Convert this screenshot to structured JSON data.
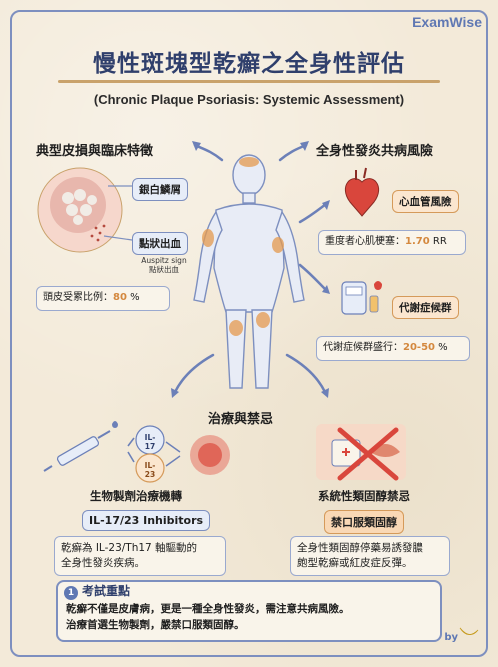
{
  "brand": "ExamWise",
  "title": "慢性斑塊型乾癬之全身性評估",
  "subtitle": "(Chronic Plaque Psoriasis: Systemic Assessment)",
  "left_top": {
    "heading": "典型皮損與臨床特徵",
    "tag_scale": "銀白鱗屑",
    "tag_bleeding": "點狀出血",
    "auspitz_en": "Auspitz sign",
    "auspitz_zh": "點狀出血",
    "scalp_label": "頭皮受累比例：",
    "scalp_value": "80",
    "scalp_unit": " %"
  },
  "right_top": {
    "heading": "全身性發炎共病風險",
    "cv_tag": "心血管風險",
    "cv_label": "重度者心肌梗塞：",
    "cv_value": "1.70",
    "cv_unit": " RR",
    "metabolic_tag": "代謝症候群",
    "metabolic_label": "代謝症候群盛行：",
    "metabolic_value": "20-50",
    "metabolic_unit": " %"
  },
  "center": {
    "heading": "治療與禁忌"
  },
  "left_bottom": {
    "il17": "IL-17",
    "il23": "IL-23",
    "heading": "生物製劑治療機轉",
    "inhibitors": "IL-17/23 Inhibitors",
    "desc_line1": "乾癬為 IL-23/Th17 軸驅動的",
    "desc_line2": "全身性發炎疾病。"
  },
  "right_bottom": {
    "heading": "系統性類固醇禁忌",
    "tag": "禁口服類固醇",
    "desc_line1": "全身性類固醇停藥易誘發膿",
    "desc_line2": "皰型乾癬或紅皮症反彈。"
  },
  "exam": {
    "number": "1",
    "title": "考試重點",
    "line1": "乾癬不僅是皮膚病，更是一種全身性發炎，需注意共病風險。",
    "line2": "治療首選生物製劑，嚴禁口服類固醇。"
  },
  "byline": "by",
  "colors": {
    "accent_blue": "#5f78b3",
    "accent_orange": "#d4883e",
    "frame": "#7d8fbf",
    "background": "#f3ead9"
  }
}
